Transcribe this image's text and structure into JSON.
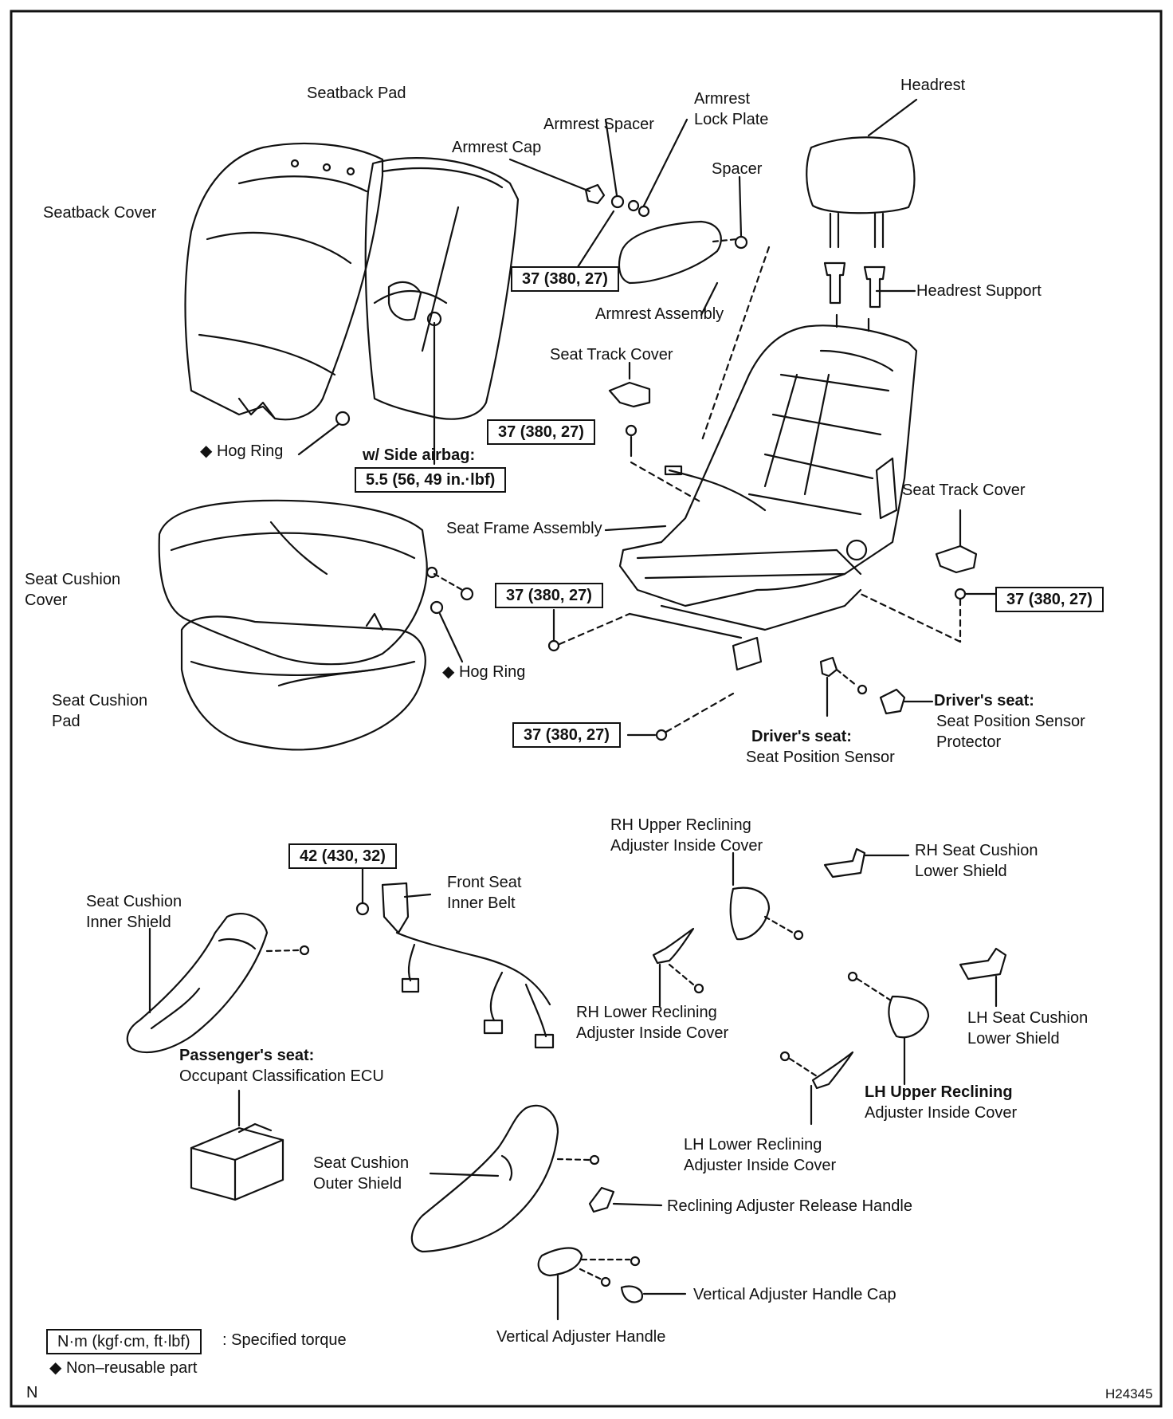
{
  "labels": {
    "seatback_pad": "Seatback Pad",
    "seatback_cover": "Seatback Cover",
    "armrest_cap": "Armrest Cap",
    "armrest_spacer": "Armrest Spacer",
    "armrest_lock_plate_1": "Armrest",
    "armrest_lock_plate_2": "Lock Plate",
    "spacer": "Spacer",
    "headrest": "Headrest",
    "headrest_support": "Headrest Support",
    "armrest_assembly": "Armrest Assembly",
    "seat_track_cover_left": "Seat Track Cover",
    "seat_track_cover_right": "Seat Track Cover",
    "hog_ring_upper": "◆ Hog Ring",
    "hog_ring_lower": "◆ Hog Ring",
    "side_airbag": "w/ Side airbag:",
    "seat_frame_assembly": "Seat Frame Assembly",
    "seat_cushion_cover_1": "Seat Cushion",
    "seat_cushion_cover_2": "Cover",
    "seat_cushion_pad_1": "Seat Cushion",
    "seat_cushion_pad_2": "Pad",
    "drivers_seat_sensor_title": "Driver's seat:",
    "drivers_seat_sensor": "Seat Position Sensor",
    "drivers_seat_protector_title": "Driver's seat:",
    "drivers_seat_protector_1": "Seat Position Sensor",
    "drivers_seat_protector_2": "Protector",
    "rh_upper_reclining_1": "RH Upper Reclining",
    "rh_upper_reclining_2": "Adjuster Inside Cover",
    "rh_seat_cushion_lower_1": "RH Seat Cushion",
    "rh_seat_cushion_lower_2": "Lower Shield",
    "front_seat_inner_belt_1": "Front Seat",
    "front_seat_inner_belt_2": "Inner Belt",
    "seat_cushion_inner_shield_1": "Seat Cushion",
    "seat_cushion_inner_shield_2": "Inner Shield",
    "rh_lower_reclining_1": "RH Lower Reclining",
    "rh_lower_reclining_2": "Adjuster Inside Cover",
    "lh_seat_cushion_lower_1": "LH Seat Cushion",
    "lh_seat_cushion_lower_2": "Lower Shield",
    "passenger_seat_title": "Passenger's seat:",
    "passenger_seat_ecu": "Occupant Classification ECU",
    "lh_upper_reclining_1": "LH Upper Reclining",
    "lh_upper_reclining_2": "Adjuster Inside Cover",
    "seat_cushion_outer_1": "Seat Cushion",
    "seat_cushion_outer_2": "Outer Shield",
    "lh_lower_reclining_1": "LH Lower Reclining",
    "lh_lower_reclining_2": "Adjuster Inside Cover",
    "reclining_release_handle": "Reclining Adjuster Release Handle",
    "vertical_handle_cap": "Vertical Adjuster Handle Cap",
    "vertical_handle": "Vertical Adjuster Handle",
    "legend_torque_suffix": ": Specified torque",
    "legend_nonreusable": "◆ Non–reusable part",
    "corner_n": "N",
    "figure_code": "H24345"
  },
  "torques": {
    "armrest": "37 (380, 27)",
    "track_cover": "37 (380, 27)",
    "side_airbag": "5.5 (56, 49 in.·lbf)",
    "front_left": "37 (380, 27)",
    "rear_right": "37 (380, 27)",
    "front_bottom": "37 (380, 27)",
    "inner_belt": "42 (430, 32)",
    "legend_unit": "N·m (kgf·cm, ft·lbf)"
  }
}
